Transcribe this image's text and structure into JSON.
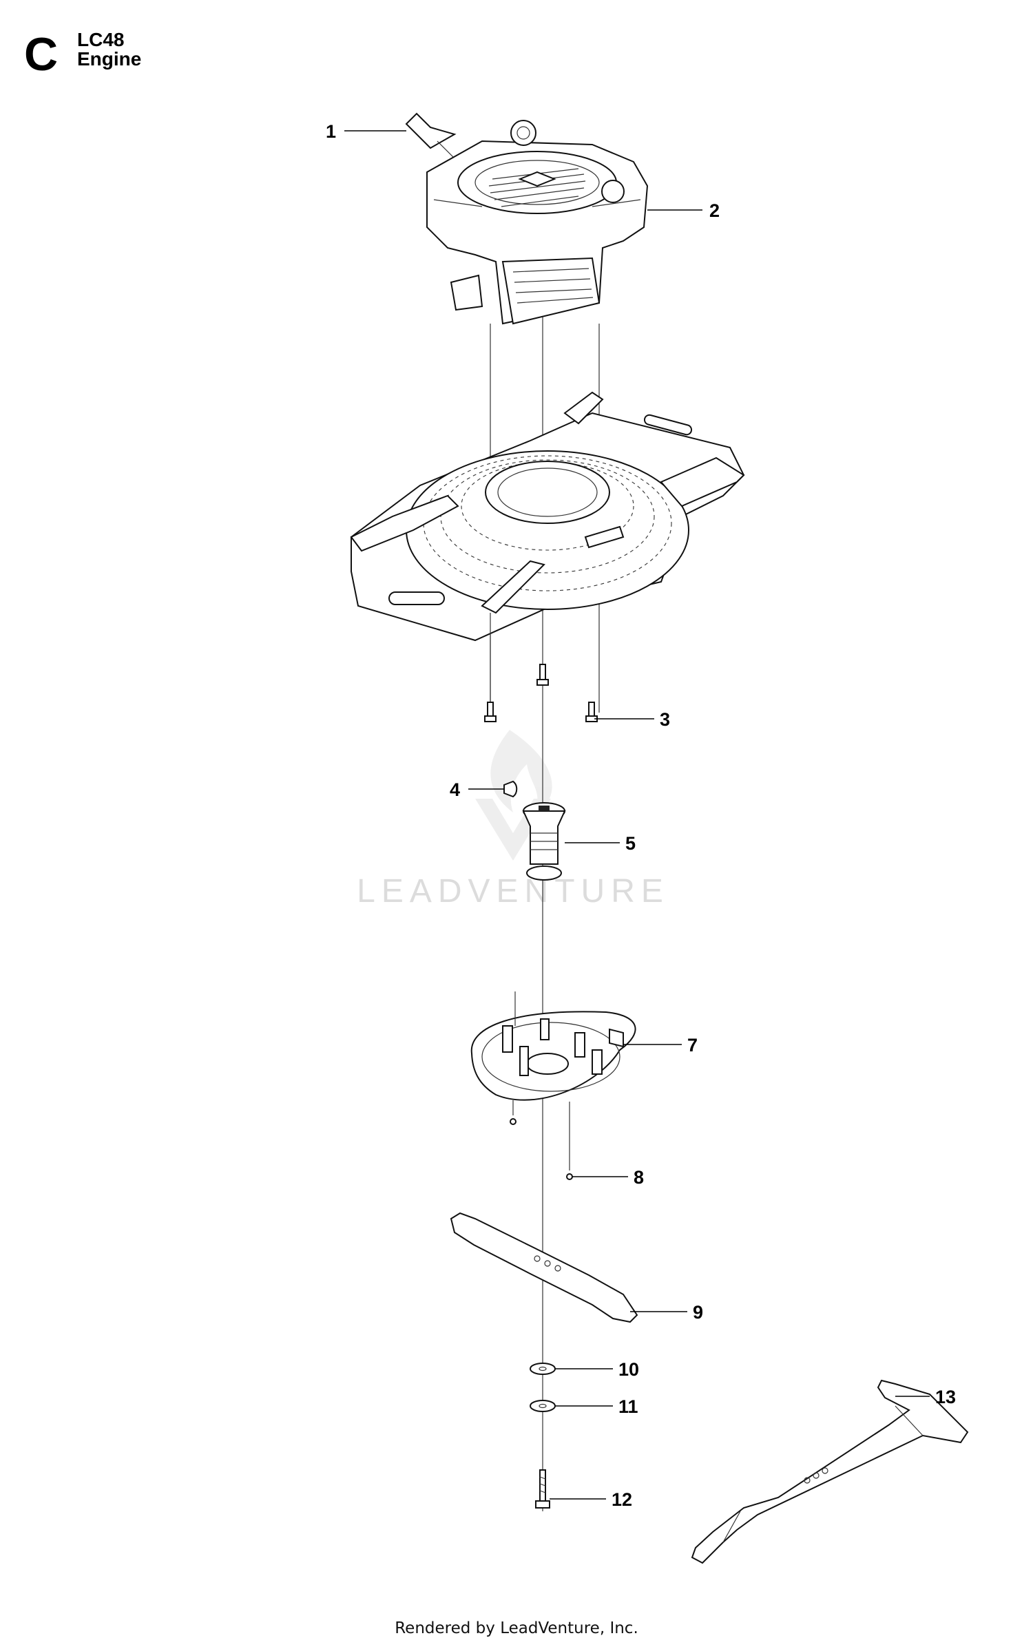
{
  "header": {
    "section_letter": "C",
    "model": "LC48",
    "title": "Engine"
  },
  "watermark": {
    "text": "LEADVENTURE",
    "icon": "leadventure-flame-logo"
  },
  "footer": {
    "text": "Rendered by LeadVenture, Inc."
  },
  "callouts": [
    {
      "num": "1",
      "part": "decal"
    },
    {
      "num": "2",
      "part": "engine"
    },
    {
      "num": "3",
      "part": "screw"
    },
    {
      "num": "4",
      "part": "key"
    },
    {
      "num": "5",
      "part": "blade-adapter"
    },
    {
      "num": "7",
      "part": "fan-plate"
    },
    {
      "num": "8",
      "part": "screw"
    },
    {
      "num": "9",
      "part": "blade"
    },
    {
      "num": "10",
      "part": "washer"
    },
    {
      "num": "11",
      "part": "washer"
    },
    {
      "num": "12",
      "part": "bolt"
    },
    {
      "num": "13",
      "part": "blade"
    }
  ],
  "colors": {
    "ink": "#000000",
    "watermark": "#dcdcdc",
    "background": "#ffffff"
  }
}
